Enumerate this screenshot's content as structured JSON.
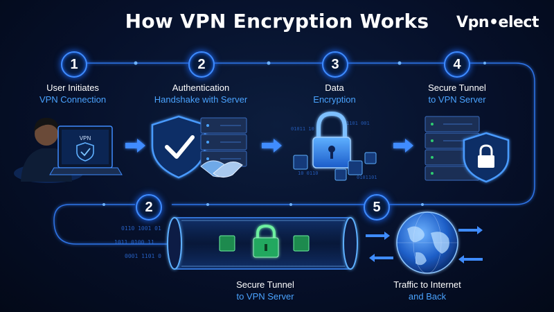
{
  "title": "How VPN Encryption Works",
  "brand": "Vpn•elect",
  "icons": {
    "laptop": "vpn-laptop-icon",
    "shield": "shield-check-icon",
    "handshake": "handshake-icon",
    "lock": "padlock-icon",
    "server": "server-rack-icon",
    "globe": "globe-icon"
  },
  "laptop_label": "VPN",
  "colors": {
    "background": "#06102a",
    "accent": "#3f8cff",
    "highlight_text": "#4aa3ff",
    "green": "#2ecc71"
  },
  "steps": [
    {
      "number": "1",
      "line1": "User Initiates",
      "line2": "VPN Connection"
    },
    {
      "number": "2",
      "line1": "Authentication",
      "line2": "Handshake with Server"
    },
    {
      "number": "3",
      "line1": "Data",
      "line2": "Encryption"
    },
    {
      "number": "4",
      "line1": "Secure Tunnel",
      "line2": "to VPN Server"
    },
    {
      "number": "2",
      "line1": "Secure Tunnel",
      "line2": "to VPN Server"
    },
    {
      "number": "5",
      "line1": "Traffic to Internet",
      "line2": "and Back"
    }
  ]
}
